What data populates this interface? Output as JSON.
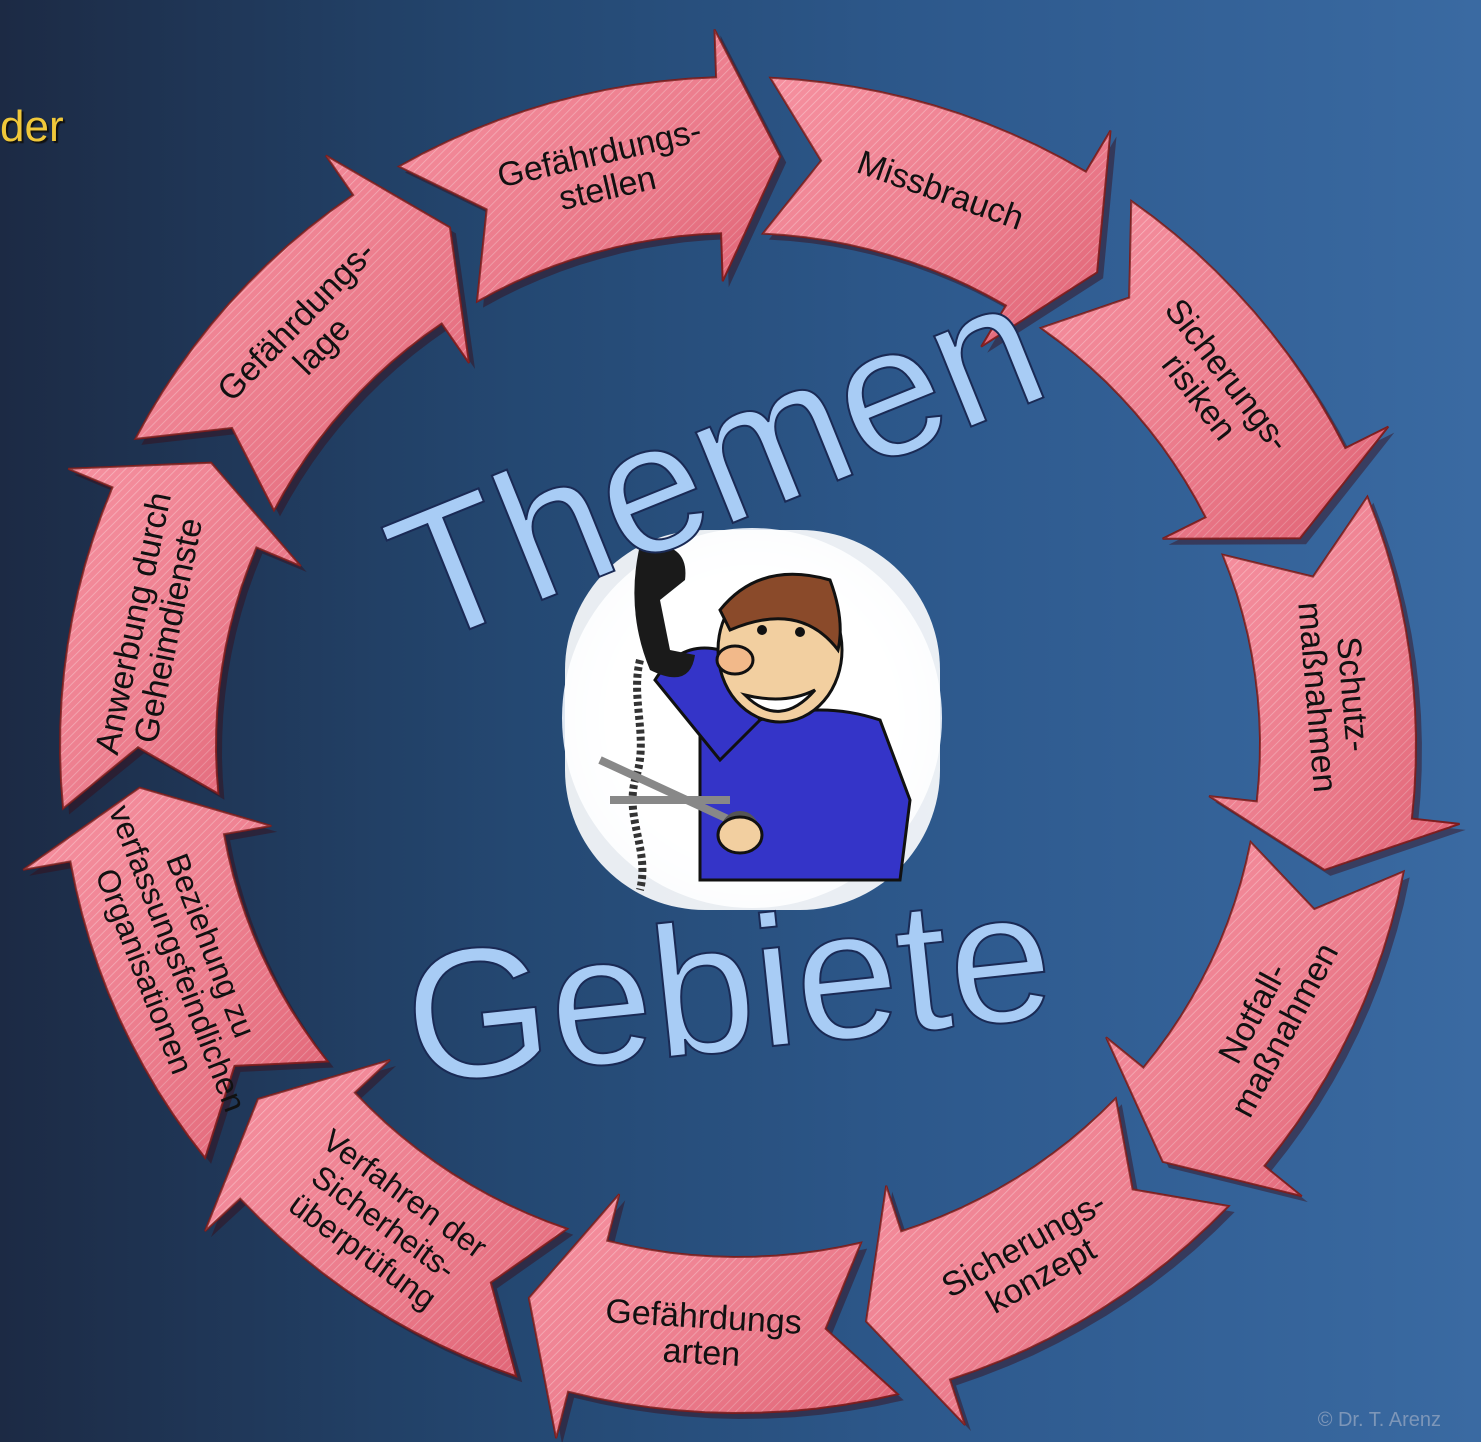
{
  "slide": {
    "partial_title": "der",
    "copyright": "© Dr. T. Arenz"
  },
  "center": {
    "word_top": "Themen",
    "word_bottom": "Gebiete",
    "clipart": "man-cutting-phone-cord"
  },
  "cycle": {
    "direction": "clockwise",
    "fill_color": "#f06a7e",
    "stroke_color": "#7a1c1c",
    "topics": [
      {
        "lines": [
          "Gefährdungs-",
          "stellen"
        ]
      },
      {
        "lines": [
          "Missbrauch"
        ]
      },
      {
        "lines": [
          "Sicherungs-",
          "risiken"
        ]
      },
      {
        "lines": [
          "Schutz-",
          "maßnahmen"
        ]
      },
      {
        "lines": [
          "Notfall-",
          "maßnahmen"
        ]
      },
      {
        "lines": [
          "Sicherungs-",
          "konzept"
        ]
      },
      {
        "lines": [
          "Gefährdungs",
          "arten"
        ]
      },
      {
        "lines": [
          "Verfahren der",
          "Sicherheits-",
          "überprüfung"
        ]
      },
      {
        "lines": [
          "Beziehung zu",
          "verfassungsfeindlichen",
          "Organisationen"
        ]
      },
      {
        "lines": [
          "Anwerbung durch",
          "Geheimdienste"
        ]
      },
      {
        "lines": [
          "Gefährdungs-",
          "lage"
        ]
      }
    ]
  }
}
